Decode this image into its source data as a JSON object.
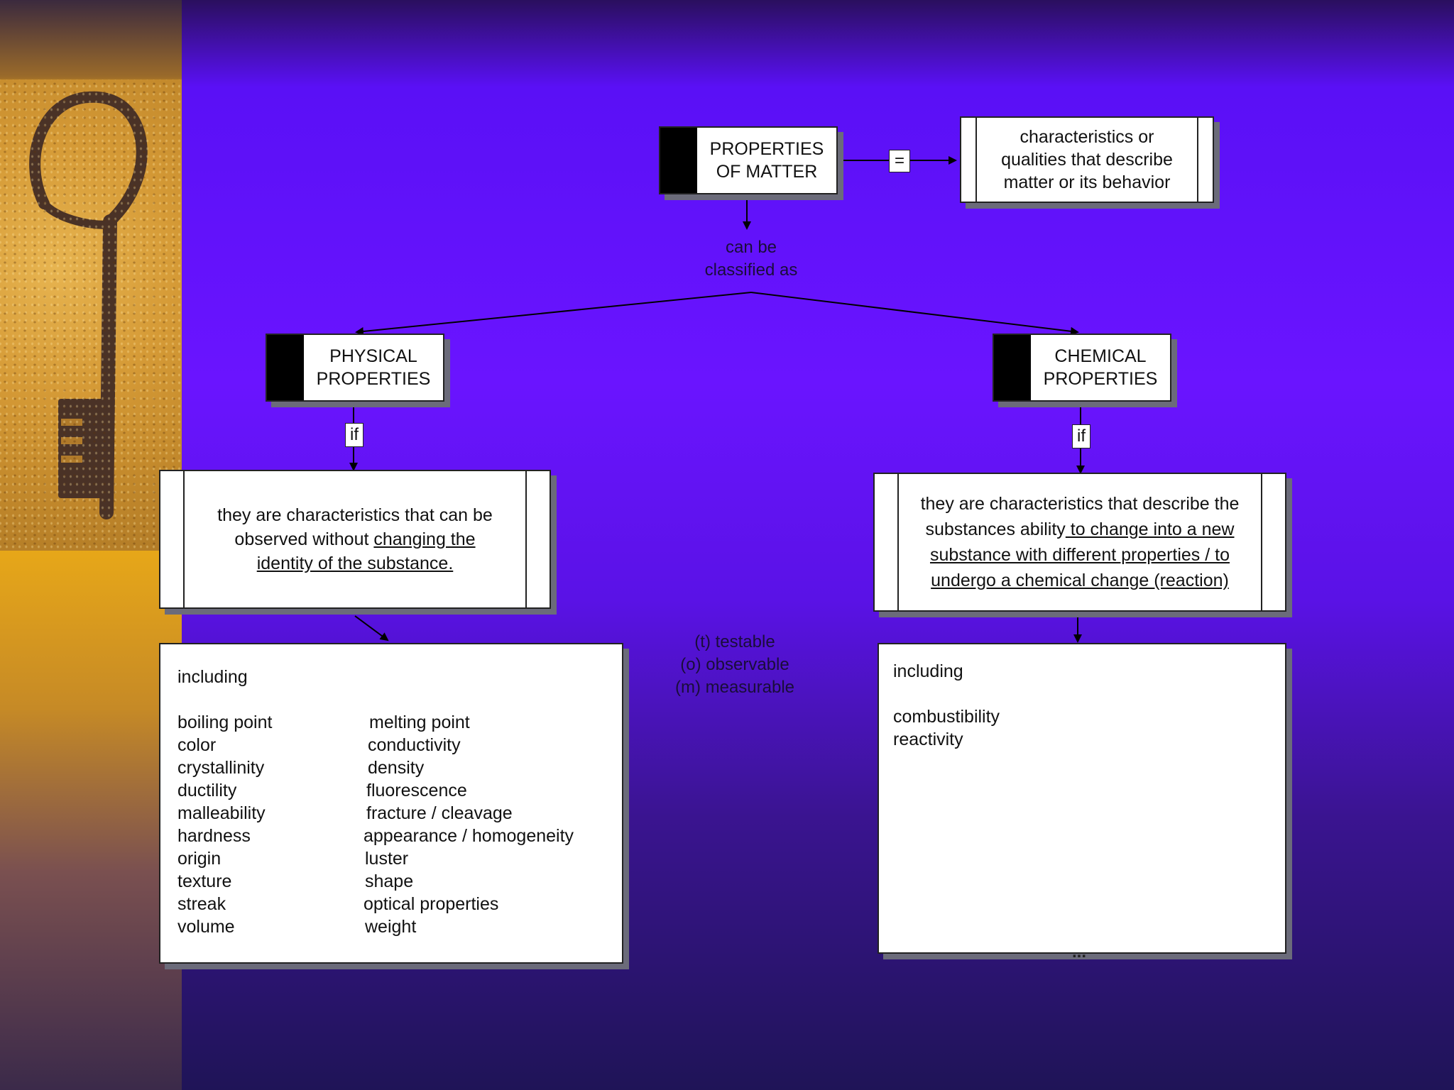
{
  "root": {
    "line1": "PROPERTIES",
    "line2": "OF MATTER"
  },
  "equals_label": "=",
  "definition": {
    "line1": "characteristics or",
    "line2": "qualities that describe",
    "line3": "matter or its behavior"
  },
  "classified": {
    "line1": "can be",
    "line2": "classified as"
  },
  "physical": {
    "line1": "PHYSICAL",
    "line2": "PROPERTIES"
  },
  "chemical": {
    "line1": "CHEMICAL",
    "line2": "PROPERTIES"
  },
  "if_label": "if",
  "physical_desc": {
    "plain1": "they are characteristics that can be",
    "plain2": "observed without ",
    "u1": "changing the ",
    "u2": "identity of the substance."
  },
  "chemical_desc": {
    "plain1": "they are characteristics that describe the",
    "plain2": "substances ability",
    "u1": " to change into a new ",
    "u2": "substance with different properties / to ",
    "u3": "undergo a chemical change (reaction)"
  },
  "legend": {
    "line1": "(t) testable",
    "line2": "(o) observable",
    "line3": "(m) measurable"
  },
  "physical_list": {
    "heading": "including",
    "col1": [
      "boiling point",
      "color",
      "crystallinity",
      "ductility",
      "malleability",
      "hardness",
      "origin",
      "texture",
      "streak",
      "volume"
    ],
    "col2": [
      "melting point",
      "conductivity",
      "density",
      "fluorescence",
      "fracture / cleavage",
      "appearance / homogeneity",
      "luster",
      "shape",
      "optical properties",
      "weight"
    ]
  },
  "chemical_list": {
    "heading": "including",
    "items": [
      "combustibility",
      "reactivity"
    ],
    "ellipsis": "..."
  }
}
